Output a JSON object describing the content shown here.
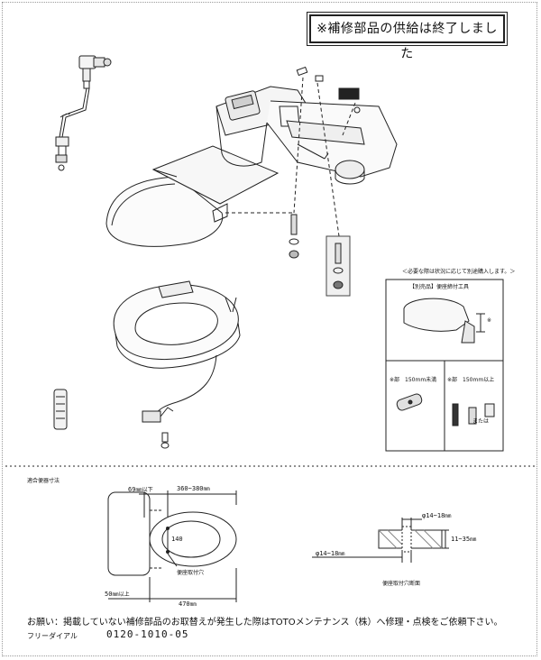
{
  "notice": "※補修部品の供給は終了しました",
  "tools_panel": {
    "caption": "＜必要な際は状況に応じて別途購入します。＞",
    "title": "【別売品】便座締付工具",
    "note_mark": "※",
    "left_label": "※部　150mm未満",
    "right_label": "※部　150mm以上",
    "or_text": "または"
  },
  "dimensions": {
    "section_title": "適合便器寸法",
    "d_69": "69",
    "d_69_unit": "mm以下",
    "d_360_380": "360~380",
    "d_360_unit": "mm",
    "d_140": "140",
    "hole_label": "便座取付穴",
    "d_50": "50",
    "d_50_unit": "mm以上",
    "d_470": "470",
    "d_470_unit": "mm"
  },
  "hole_section": {
    "d_top": "φ14~18",
    "d_top_unit": "mm",
    "d_thick": "11~35",
    "d_thick_unit": "mm",
    "d_bottom": "φ14~18",
    "d_bottom_unit": "mm",
    "caption": "便座取付穴断面"
  },
  "footer": {
    "request": "お願い：掲載していない補修部品のお取替えが発生した際はTOTOメンテナンス（株）へ修理・点検をご依頼下さい。",
    "freedial_label": "フリーダイアル",
    "freedial_number": "0120-1010-05"
  }
}
